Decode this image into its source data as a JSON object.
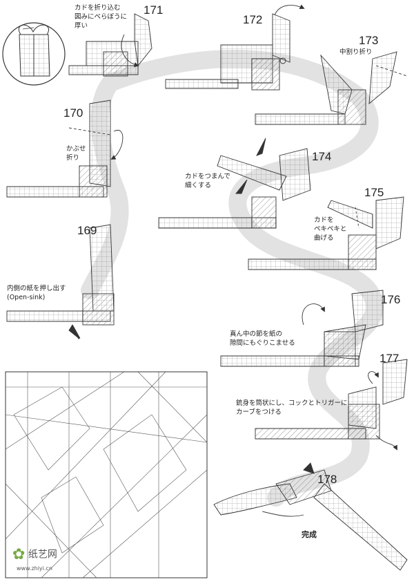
{
  "steps": [
    {
      "num": "171",
      "note": "カドを折り込む\n図みにべらぼうに\n厚い"
    },
    {
      "num": "172",
      "note": ""
    },
    {
      "num": "173",
      "note": "中割り折り"
    },
    {
      "num": "170",
      "note": "かぶせ\n折り"
    },
    {
      "num": "174",
      "note": "カドをつまんで\n細くする"
    },
    {
      "num": "175",
      "note": "カドを\nペキペキと\n曲げる"
    },
    {
      "num": "169",
      "note": "内側の紙を押し出す\n(Open-sink)"
    },
    {
      "num": "176",
      "note": "真ん中の節を紙の\n隙間にもぐりこませる"
    },
    {
      "num": "177",
      "note": "銃身を筒状にし、コックとトリガーに\nカーブをつける"
    },
    {
      "num": "178",
      "note": ""
    }
  ],
  "completion_label": "完成",
  "watermark": {
    "brand": "纸艺网",
    "url": "www.zhiyi.cn"
  }
}
